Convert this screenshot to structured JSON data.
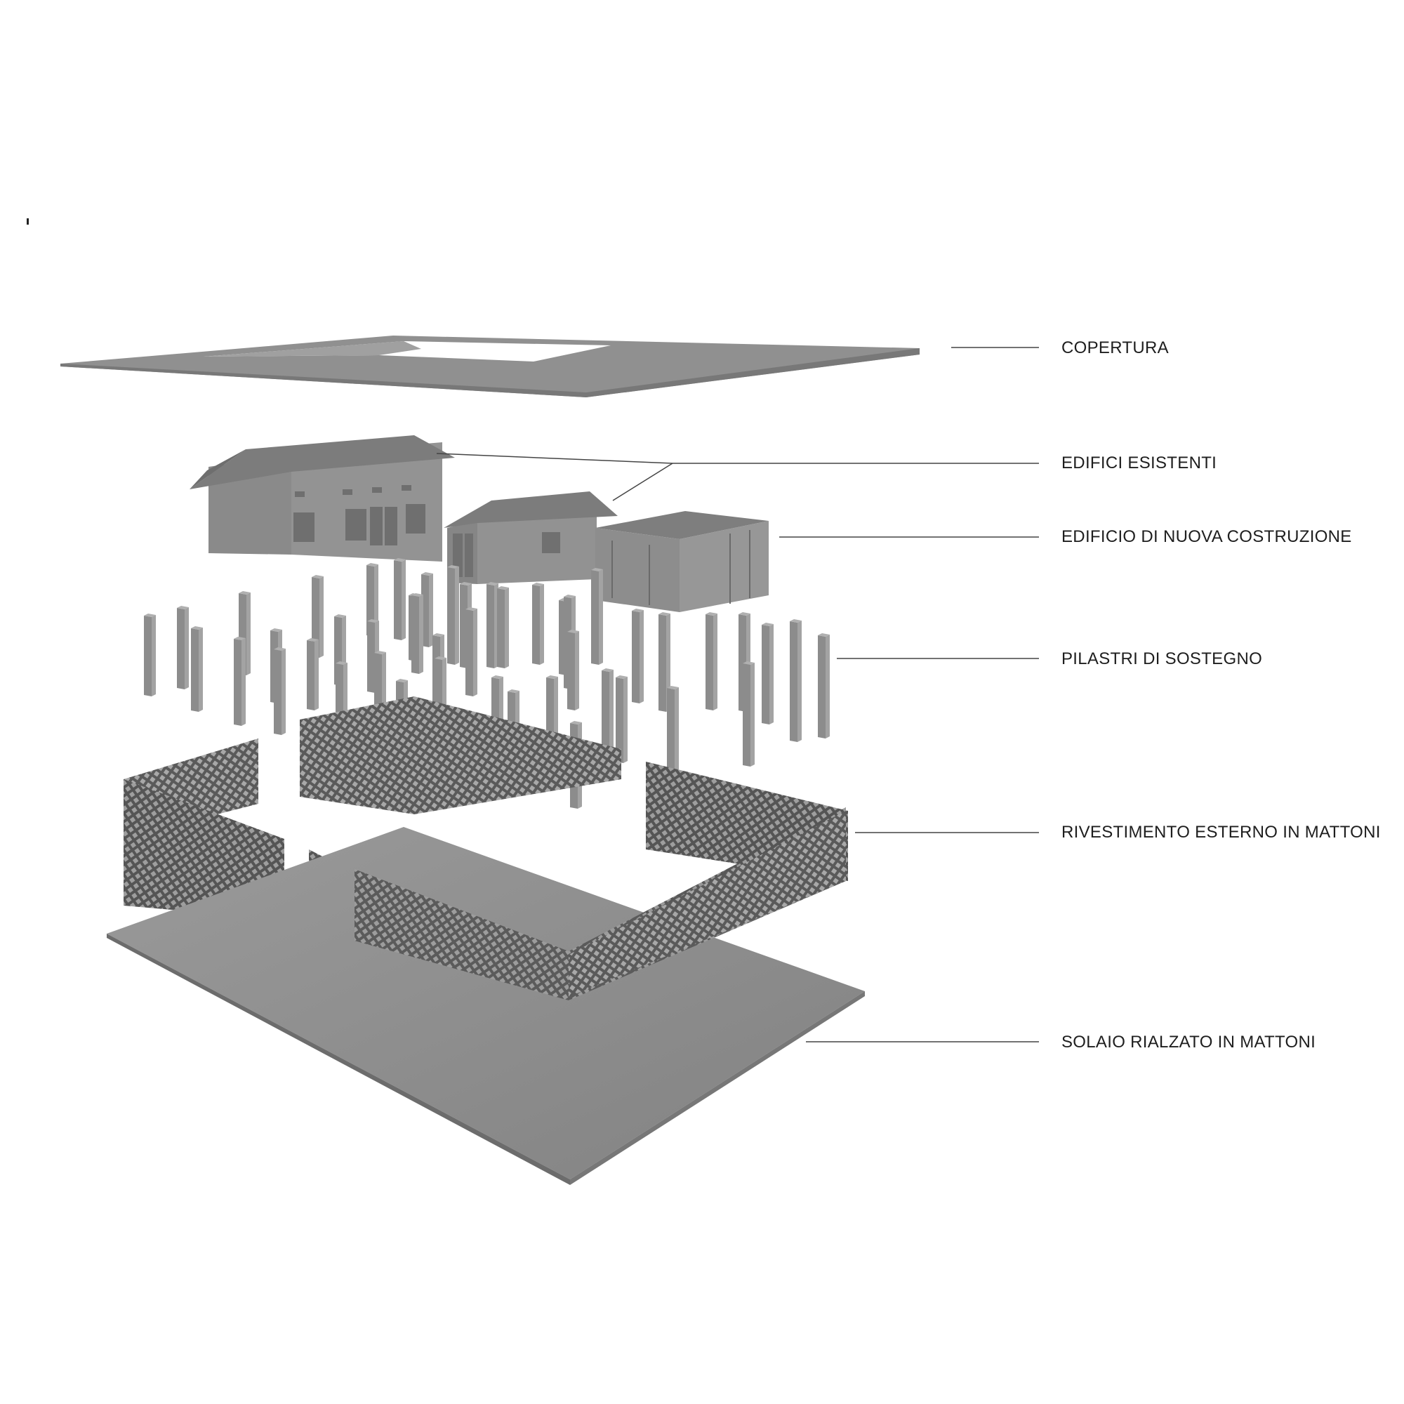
{
  "labels": {
    "copertura": "COPERTURA",
    "edifici_esistenti": "EDIFICI ESISTENTI",
    "edificio_nuova_costruzione": "EDIFICIO DI NUOVA COSTRUZIONE",
    "pilastri_di_sostegno": "PILASTRI DI SOSTEGNO",
    "rivestimento_esterno": "RIVESTIMENTO ESTERNO IN MATTONI",
    "solaio_rialzato": "SOLAIO RIALZATO IN MATTONI"
  },
  "colors": {
    "roof_slab": "#909090",
    "building_wall": "#8e8e8e",
    "building_roof": "#7a7a7a",
    "pillar": "#8c8c8c",
    "brick": "#666666",
    "floor_slab": "#8c8c8c",
    "leader_line": "#444444"
  }
}
